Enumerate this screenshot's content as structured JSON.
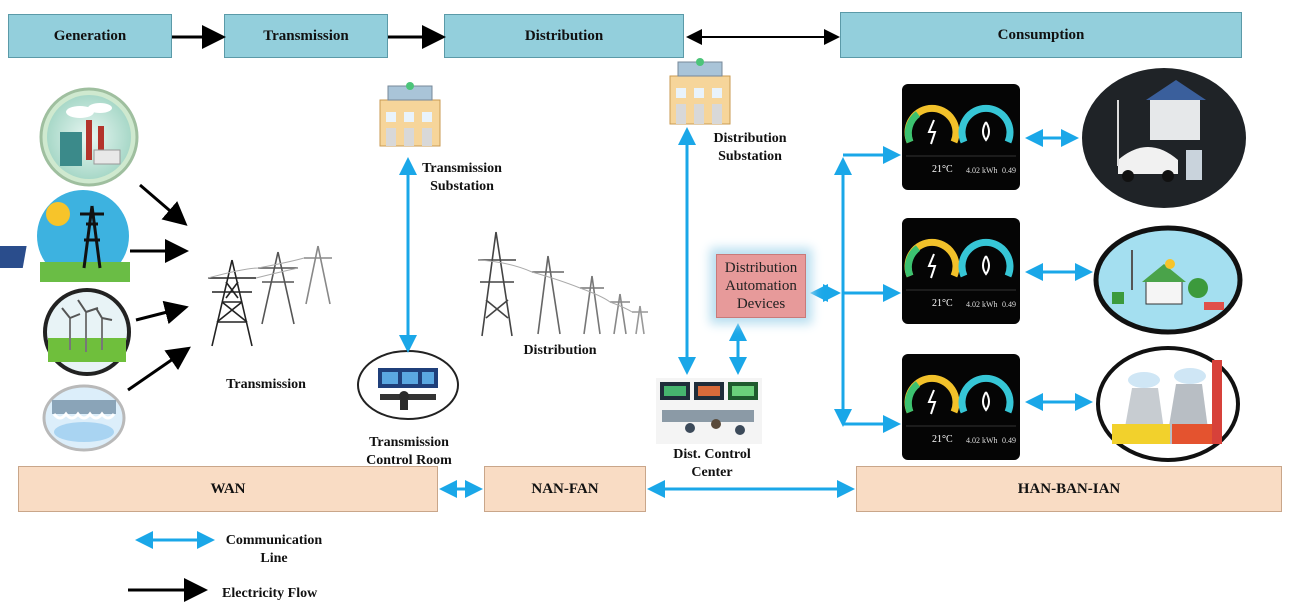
{
  "stages": {
    "generation": "Generation",
    "transmission": "Transmission",
    "distribution": "Distribution",
    "consumption": "Consumption"
  },
  "labels": {
    "transmission_substation": "Transmission Substation",
    "transmission": "Transmission",
    "transmission_control_room": "Transmission Control Room",
    "distribution": "Distribution",
    "distribution_substation": "Distribution Substation",
    "distribution_automation_devices": "Distribution Automation Devices",
    "dist_control_center": "Dist. Control Center"
  },
  "networks": {
    "wan": "WAN",
    "nan_fan": "NAN-FAN",
    "han_ban_ian": "HAN-BAN-IAN"
  },
  "meter": {
    "temperature": "21°C",
    "reading": "4.02",
    "unit": "kWh",
    "right": "0.49"
  },
  "legend": {
    "communication_line": "Communication Line",
    "electricity_flow": "Electricity Flow"
  },
  "colors": {
    "stage_fill": "#93cfdc",
    "network_fill": "#f9dcc4",
    "communication": "#1aa7e8",
    "electricity": "#000000",
    "automation_fill": "#e79a9a"
  }
}
